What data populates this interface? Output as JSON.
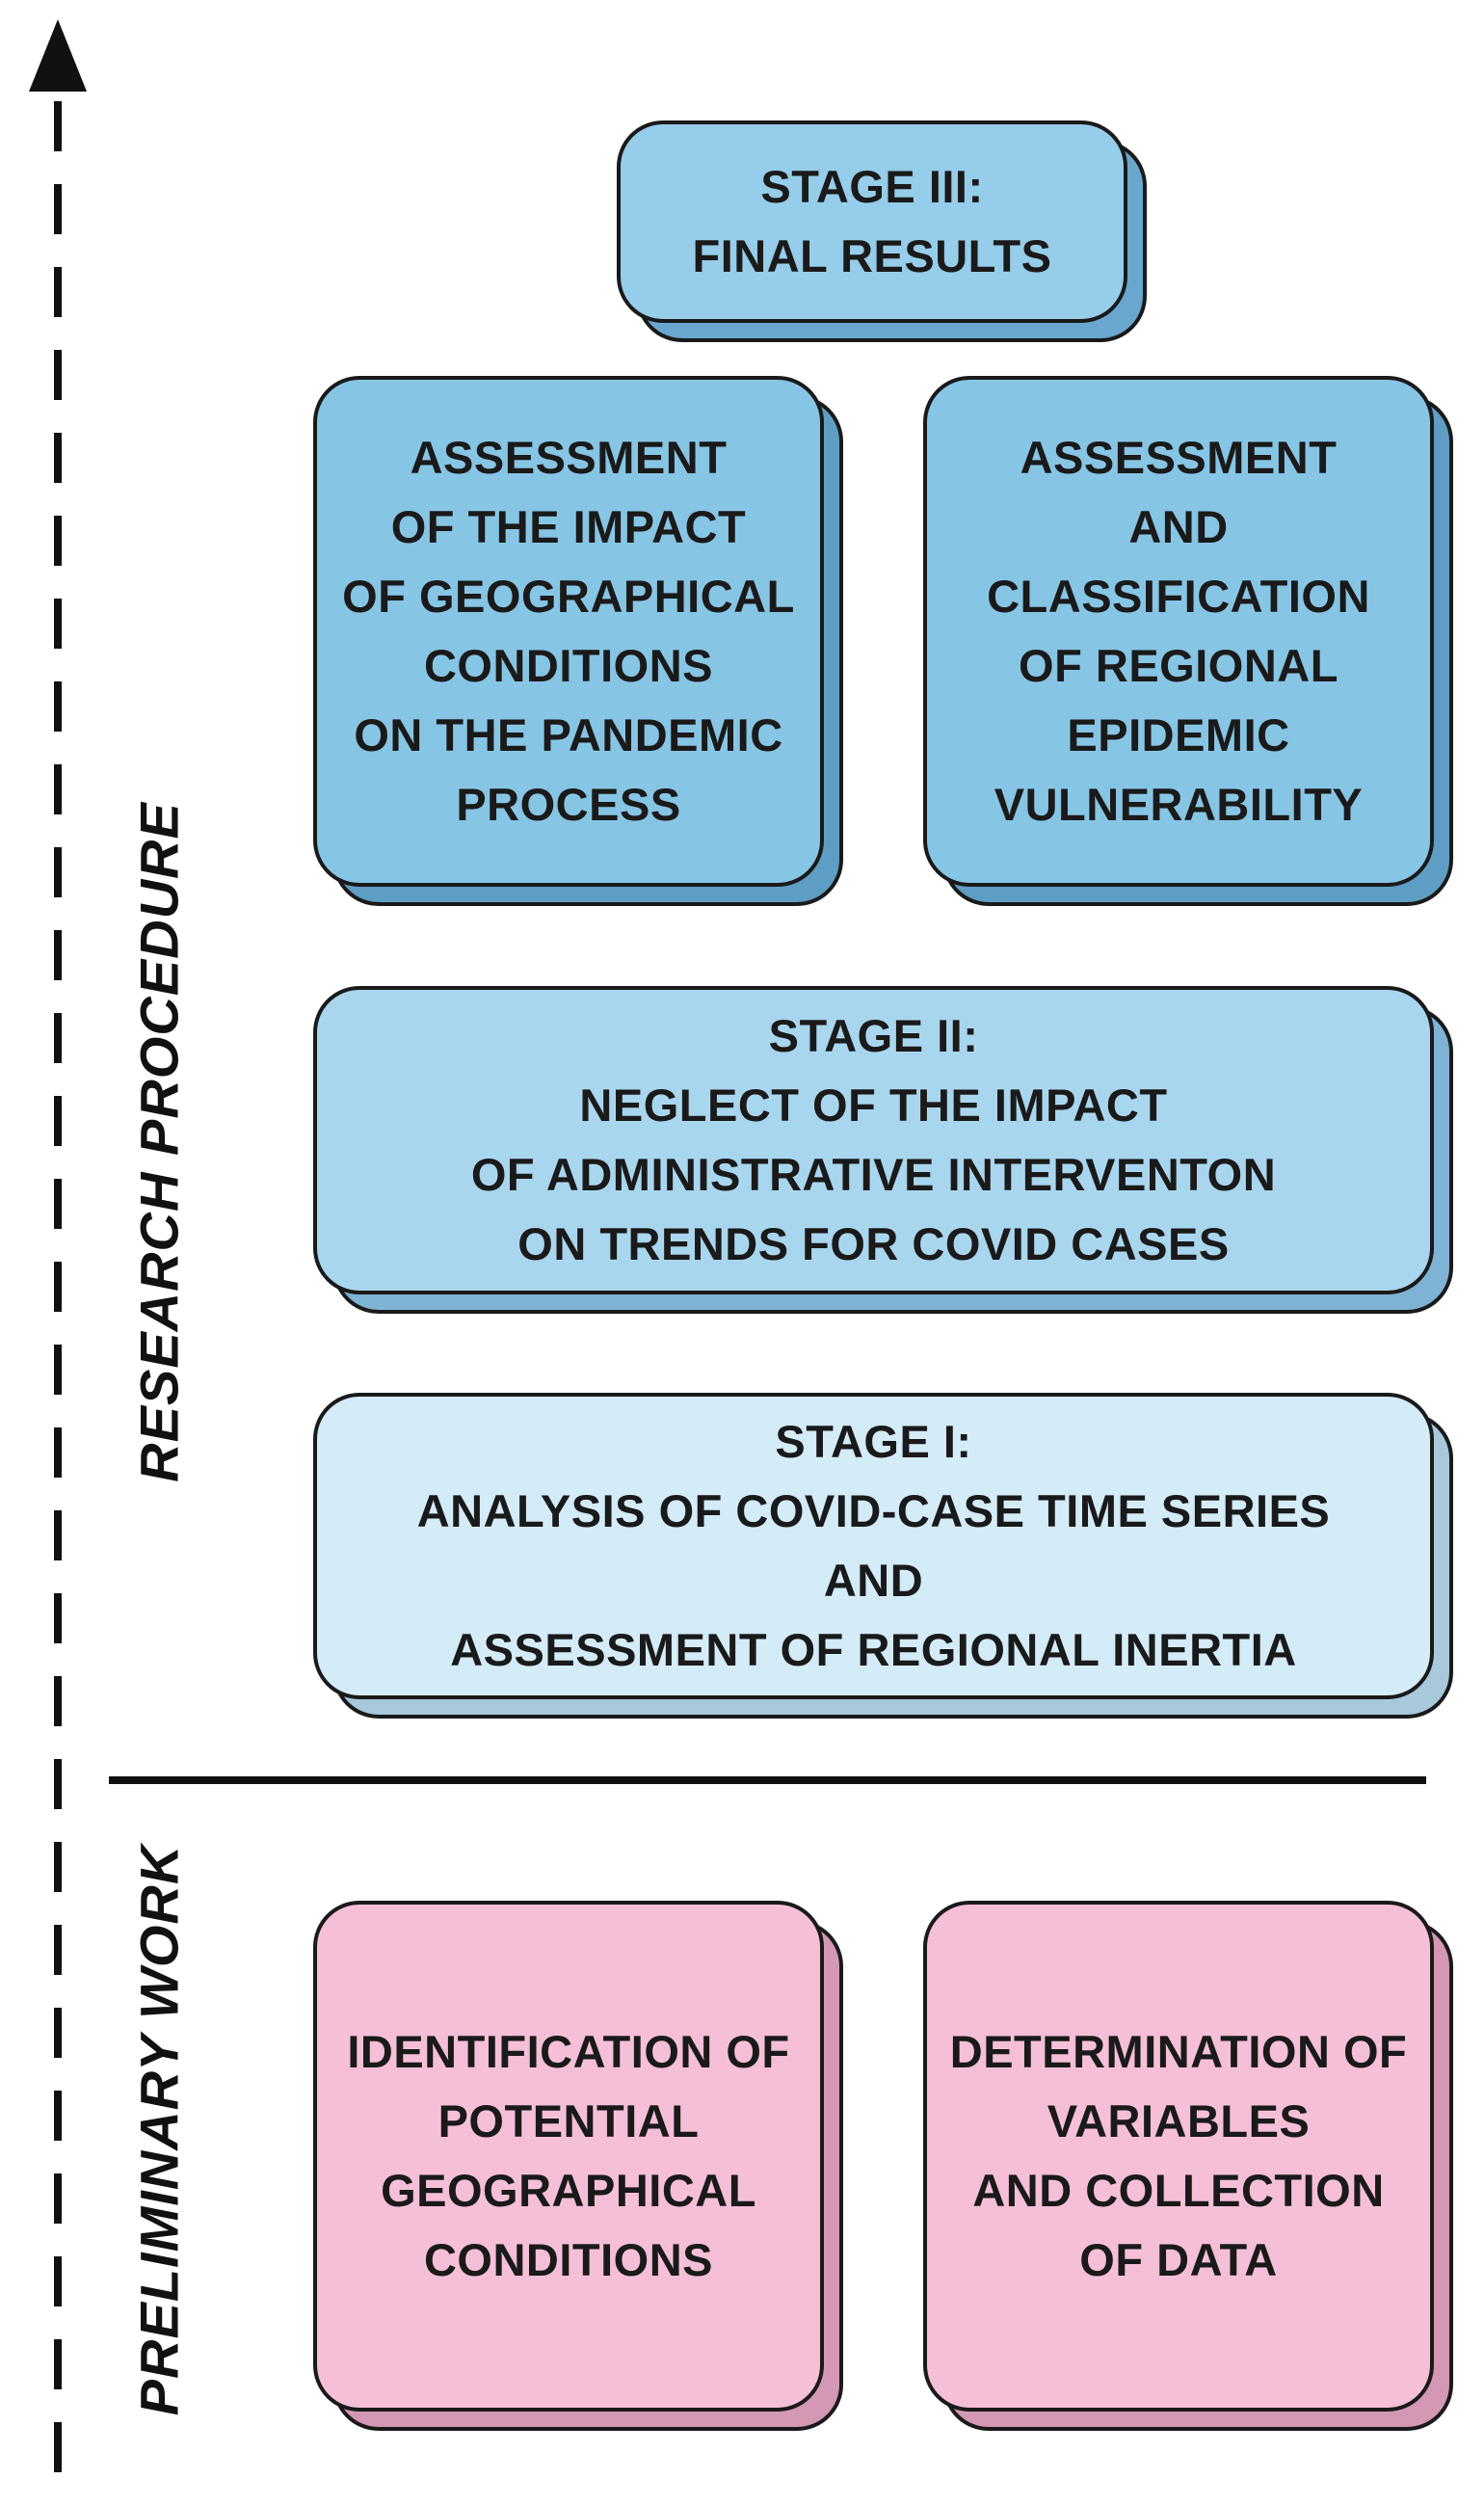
{
  "labels": {
    "research_procedure": "RESEARCH PROCEDURE",
    "preliminary_work": "PRELIMINARY WORK"
  },
  "boxes": {
    "stage3": {
      "lines": [
        "STAGE III:",
        "FINAL RESULTS"
      ]
    },
    "impact_geo": {
      "lines": [
        "ASSESSMENT",
        "OF THE IMPACT",
        "OF GEOGRAPHICAL",
        "CONDITIONS",
        "ON THE PANDEMIC",
        "PROCESS"
      ]
    },
    "vulnerability": {
      "lines": [
        "ASSESSMENT",
        "AND",
        "CLASSIFICATION",
        "OF REGIONAL",
        "EPIDEMIC",
        "VULNERABILITY"
      ]
    },
    "stage2": {
      "lines": [
        "STAGE II:",
        "NEGLECT OF THE IMPACT",
        "OF ADMINISTRATIVE INTERVENTON",
        "ON TRENDS FOR COVID CASES"
      ]
    },
    "stage1": {
      "lines": [
        "STAGE I:",
        "ANALYSIS OF COVID-CASE TIME SERIES",
        "AND",
        "ASSESSMENT OF REGIONAL INERTIA"
      ]
    },
    "identification": {
      "lines": [
        "IDENTIFICATION OF",
        "POTENTIAL",
        "GEOGRAPHICAL",
        "CONDITIONS"
      ]
    },
    "determination": {
      "lines": [
        "DETERMINATION OF",
        "VARIABLES",
        "AND COLLECTION",
        "OF DATA"
      ]
    }
  },
  "colors": {
    "blue_mid": "#87c5e5",
    "blue_light": "#a9d6ef",
    "blue_pale": "#d4ebf8",
    "pink": "#f6bfd8",
    "line": "#1a1a1a"
  }
}
